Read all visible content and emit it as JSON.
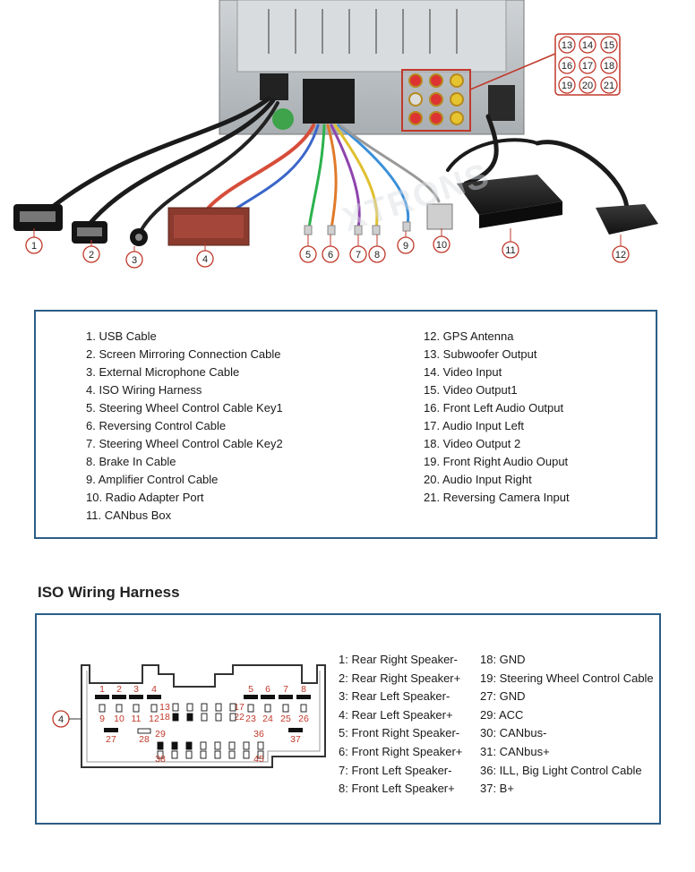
{
  "callouts": {
    "photo": [
      "1",
      "2",
      "3",
      "4",
      "5",
      "6",
      "7",
      "8",
      "9",
      "10",
      "11",
      "12"
    ],
    "ports": [
      "13",
      "14",
      "15",
      "16",
      "17",
      "18",
      "19",
      "20",
      "21"
    ],
    "iso": "4"
  },
  "legend": {
    "left": [
      "1. USB Cable",
      "2. Screen Mirroring Connection Cable",
      "3. External Microphone Cable",
      "4. ISO Wiring Harness",
      "5. Steering Wheel Control Cable Key1",
      "6. Reversing Control Cable",
      "7. Steering Wheel Control Cable Key2",
      "8. Brake In Cable",
      "9. Amplifier Control Cable",
      "10. Radio Adapter Port",
      "11. CANbus Box"
    ],
    "right": [
      "12. GPS Antenna",
      "13. Subwoofer Output",
      "14. Video Input",
      "15. Video Output1",
      "16. Front Left Audio Output",
      "17. Audio Input Left",
      "18. Video Output 2",
      "19. Front Right Audio Ouput",
      "20. Audio Input Right",
      "21. Reversing Camera Input"
    ]
  },
  "iso_section": {
    "title": "ISO Wiring Harness",
    "pin_numbers": {
      "top_left": [
        "1",
        "2",
        "3",
        "4"
      ],
      "top_right": [
        "5",
        "6",
        "7",
        "8"
      ],
      "row2_left": [
        "9",
        "10",
        "11",
        "12"
      ],
      "row2_right": [
        "23",
        "24",
        "25",
        "26"
      ],
      "center_top": [
        "13",
        "18"
      ],
      "center_right": [
        "17",
        "22"
      ],
      "misc": [
        "27",
        "28",
        "29",
        "36",
        "37",
        "38",
        "45"
      ]
    },
    "pins_col1": [
      "1: Rear Right Speaker-",
      "2: Rear Right Speaker+",
      "3: Rear Left Speaker-",
      "4: Rear Left Speaker+",
      "5: Front Right Speaker-",
      "6: Front Right Speaker+",
      "7: Front Left Speaker-",
      "8: Front Left Speaker+"
    ],
    "pins_col2": [
      "18: GND",
      "19: Steering Wheel Control Cable",
      "27: GND",
      "29: ACC",
      "30: CANbus-",
      "31: CANbus+",
      "36: ILL, Big Light Control Cable",
      "37: B+"
    ]
  },
  "colors": {
    "frame_blue": "#2c5d86",
    "callout_red": "#c0392b",
    "iso_connector": "#8b3a2e",
    "pin_label_red": "#c0392b"
  }
}
